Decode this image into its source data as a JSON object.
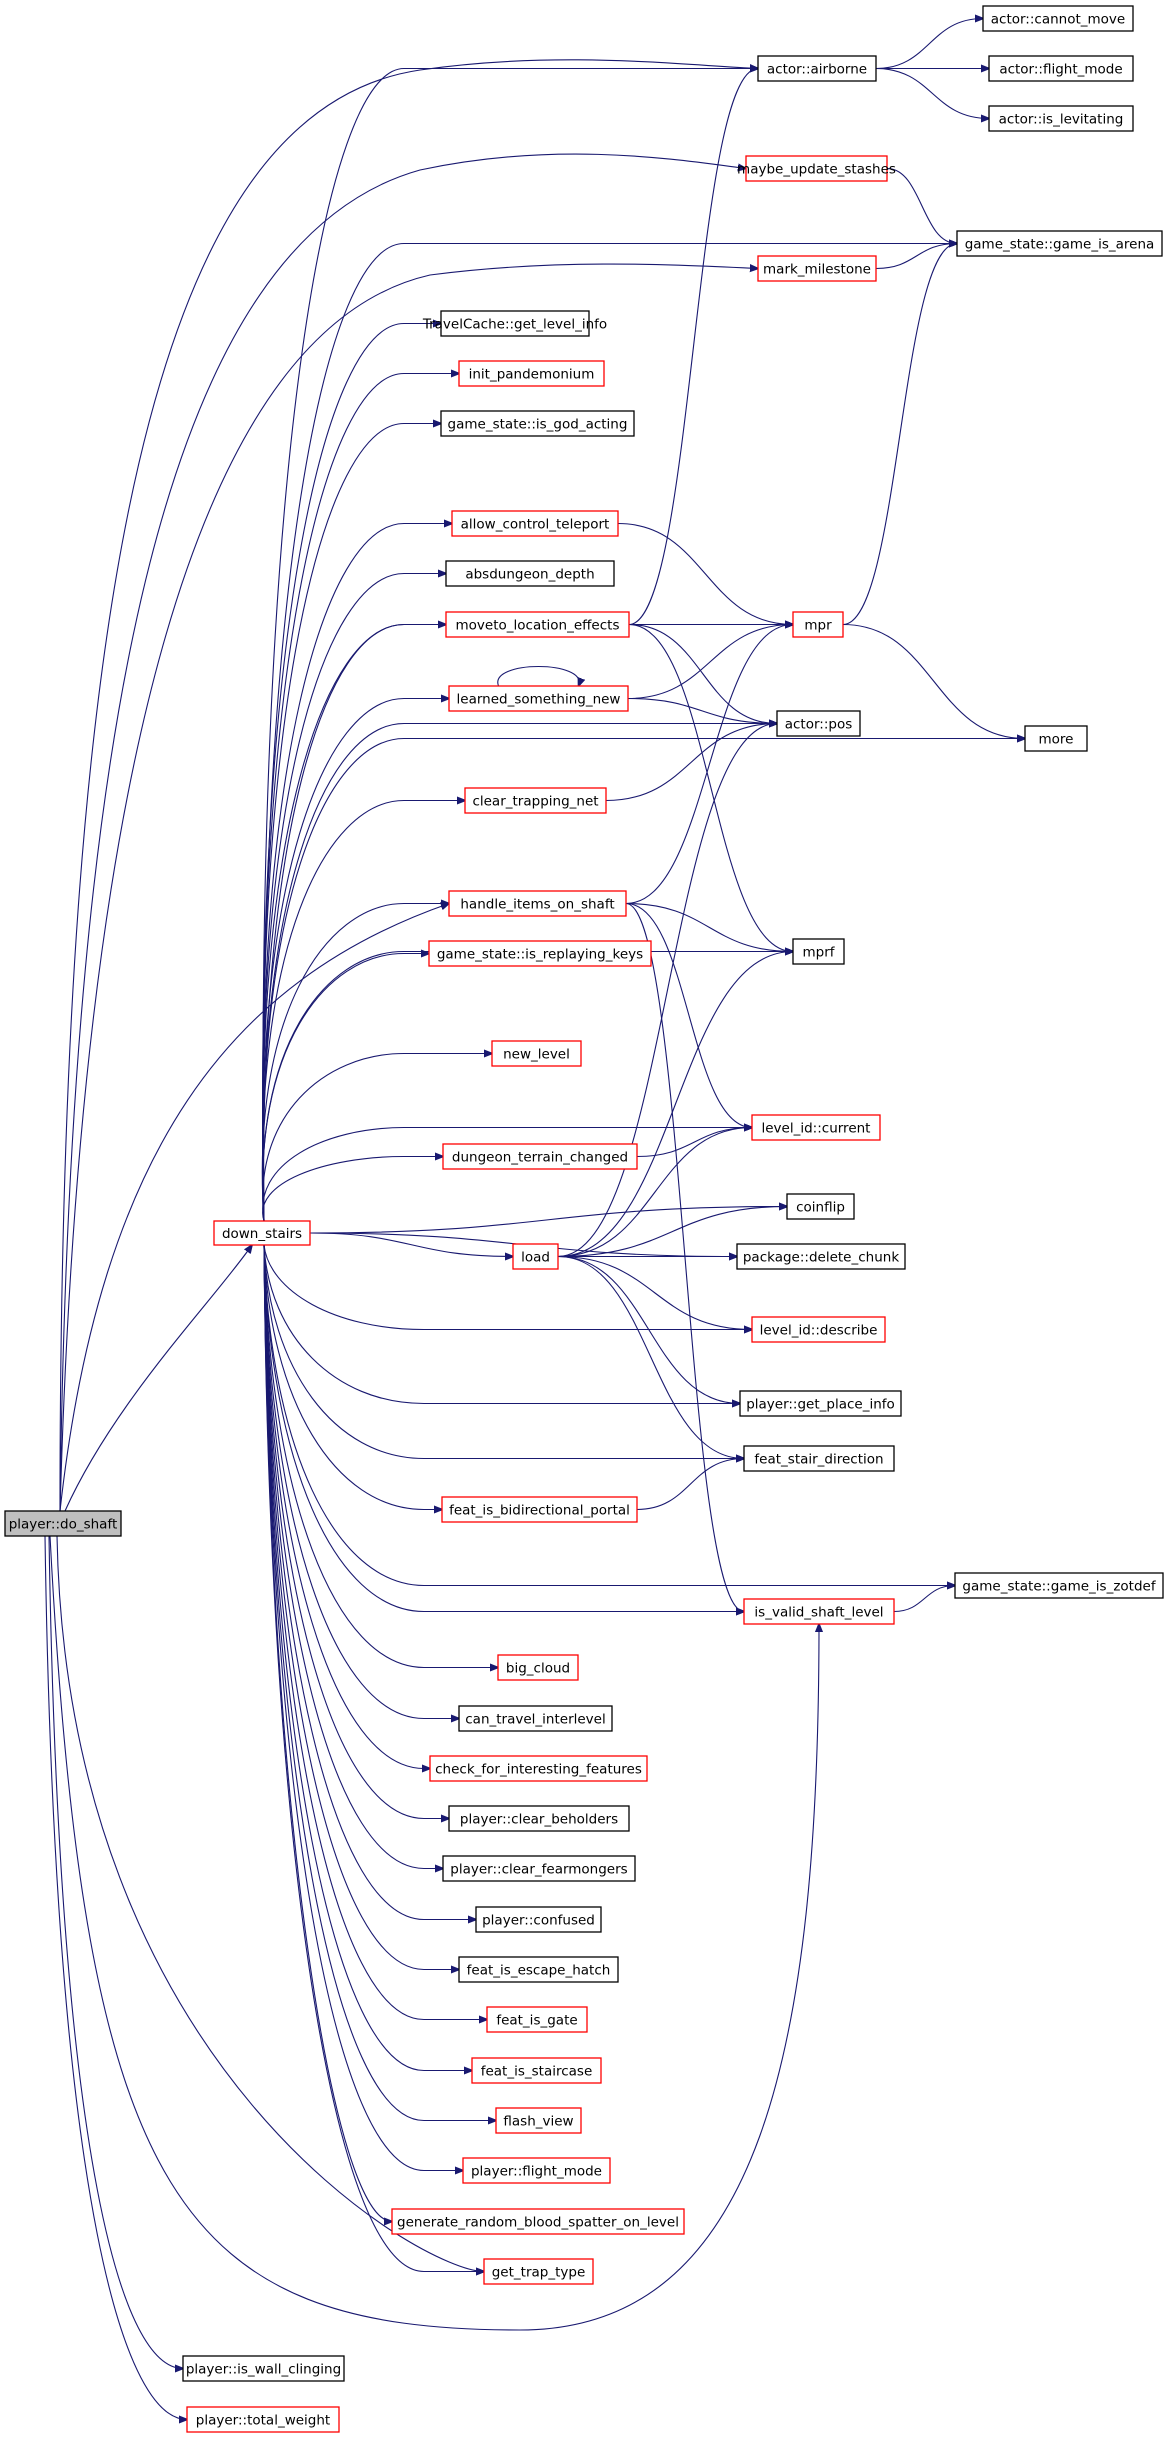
{
  "graph": {
    "colors": {
      "edge": "#191970",
      "plain_border": "#000000",
      "link_border": "#ff0000",
      "root_fill": "#bfbfbf"
    },
    "nodes": [
      {
        "id": "do_shaft",
        "label": "player::do_shaft",
        "style": "root"
      },
      {
        "id": "down_stairs",
        "label": "down_stairs",
        "style": "link"
      },
      {
        "id": "wall_clinging",
        "label": "player::is_wall_clinging",
        "style": "plain"
      },
      {
        "id": "total_weight",
        "label": "player::total_weight",
        "style": "link"
      },
      {
        "id": "cannot_move",
        "label": "actor::cannot_move",
        "style": "plain"
      },
      {
        "id": "airborne",
        "label": "actor::airborne",
        "style": "plain"
      },
      {
        "id": "flight_mode_a",
        "label": "actor::flight_mode",
        "style": "plain"
      },
      {
        "id": "is_levitating",
        "label": "actor::is_levitating",
        "style": "plain"
      },
      {
        "id": "maybe_update_stashes",
        "label": "maybe_update_stashes",
        "style": "link"
      },
      {
        "id": "game_is_arena",
        "label": "game_state::game_is_arena",
        "style": "plain"
      },
      {
        "id": "mark_milestone",
        "label": "mark_milestone",
        "style": "link"
      },
      {
        "id": "get_level_info",
        "label": "TravelCache::get_level_info",
        "style": "plain"
      },
      {
        "id": "init_pandemonium",
        "label": "init_pandemonium",
        "style": "link"
      },
      {
        "id": "is_god_acting",
        "label": "game_state::is_god_acting",
        "style": "plain"
      },
      {
        "id": "allow_control_teleport",
        "label": "allow_control_teleport",
        "style": "link"
      },
      {
        "id": "absdungeon_depth",
        "label": "absdungeon_depth",
        "style": "plain"
      },
      {
        "id": "moveto_location_effects",
        "label": "moveto_location_effects",
        "style": "link"
      },
      {
        "id": "mpr",
        "label": "mpr",
        "style": "link"
      },
      {
        "id": "learned_something_new",
        "label": "learned_something_new",
        "style": "link"
      },
      {
        "id": "actor_pos",
        "label": "actor::pos",
        "style": "plain"
      },
      {
        "id": "more",
        "label": "more",
        "style": "plain"
      },
      {
        "id": "clear_trapping_net",
        "label": "clear_trapping_net",
        "style": "link"
      },
      {
        "id": "handle_items_on_shaft",
        "label": "handle_items_on_shaft",
        "style": "link"
      },
      {
        "id": "mprf",
        "label": "mprf",
        "style": "plain"
      },
      {
        "id": "is_replaying_keys",
        "label": "game_state::is_replaying_keys",
        "style": "link"
      },
      {
        "id": "new_level",
        "label": "new_level",
        "style": "link"
      },
      {
        "id": "level_current",
        "label": "level_id::current",
        "style": "link"
      },
      {
        "id": "dungeon_terrain_changed",
        "label": "dungeon_terrain_changed",
        "style": "link"
      },
      {
        "id": "coinflip",
        "label": "coinflip",
        "style": "plain"
      },
      {
        "id": "load",
        "label": "load",
        "style": "link"
      },
      {
        "id": "delete_chunk",
        "label": "package::delete_chunk",
        "style": "plain"
      },
      {
        "id": "level_describe",
        "label": "level_id::describe",
        "style": "link"
      },
      {
        "id": "get_place_info",
        "label": "player::get_place_info",
        "style": "plain"
      },
      {
        "id": "feat_stair_direction",
        "label": "feat_stair_direction",
        "style": "plain"
      },
      {
        "id": "feat_is_bidirectional_portal",
        "label": "feat_is_bidirectional_portal",
        "style": "link"
      },
      {
        "id": "game_is_zotdef",
        "label": "game_state::game_is_zotdef",
        "style": "plain"
      },
      {
        "id": "is_valid_shaft_level",
        "label": "is_valid_shaft_level",
        "style": "link"
      },
      {
        "id": "big_cloud",
        "label": "big_cloud",
        "style": "link"
      },
      {
        "id": "can_travel_interlevel",
        "label": "can_travel_interlevel",
        "style": "plain"
      },
      {
        "id": "check_for_interesting_features",
        "label": "check_for_interesting_features",
        "style": "link"
      },
      {
        "id": "clear_beholders",
        "label": "player::clear_beholders",
        "style": "plain"
      },
      {
        "id": "clear_fearmongers",
        "label": "player::clear_fearmongers",
        "style": "plain"
      },
      {
        "id": "confused",
        "label": "player::confused",
        "style": "plain"
      },
      {
        "id": "feat_is_escape_hatch",
        "label": "feat_is_escape_hatch",
        "style": "plain"
      },
      {
        "id": "feat_is_gate",
        "label": "feat_is_gate",
        "style": "link"
      },
      {
        "id": "feat_is_staircase",
        "label": "feat_is_staircase",
        "style": "link"
      },
      {
        "id": "flash_view",
        "label": "flash_view",
        "style": "link"
      },
      {
        "id": "player_flight_mode",
        "label": "player::flight_mode",
        "style": "link"
      },
      {
        "id": "blood_spatter",
        "label": "generate_random_blood_spatter_on_level",
        "style": "link"
      },
      {
        "id": "get_trap_type",
        "label": "get_trap_type",
        "style": "link"
      }
    ],
    "edges": [
      [
        "do_shaft",
        "airborne"
      ],
      [
        "do_shaft",
        "maybe_update_stashes"
      ],
      [
        "do_shaft",
        "mark_milestone"
      ],
      [
        "do_shaft",
        "handle_items_on_shaft"
      ],
      [
        "do_shaft",
        "down_stairs"
      ],
      [
        "do_shaft",
        "is_valid_shaft_level"
      ],
      [
        "do_shaft",
        "get_trap_type"
      ],
      [
        "do_shaft",
        "wall_clinging"
      ],
      [
        "do_shaft",
        "total_weight"
      ],
      [
        "airborne",
        "cannot_move"
      ],
      [
        "airborne",
        "flight_mode_a"
      ],
      [
        "airborne",
        "is_levitating"
      ],
      [
        "maybe_update_stashes",
        "game_is_arena"
      ],
      [
        "mark_milestone",
        "game_is_arena"
      ],
      [
        "down_stairs",
        "airborne"
      ],
      [
        "down_stairs",
        "game_is_arena"
      ],
      [
        "down_stairs",
        "get_level_info"
      ],
      [
        "down_stairs",
        "init_pandemonium"
      ],
      [
        "down_stairs",
        "is_god_acting"
      ],
      [
        "down_stairs",
        "mpr"
      ],
      [
        "down_stairs",
        "allow_control_teleport"
      ],
      [
        "down_stairs",
        "absdungeon_depth"
      ],
      [
        "down_stairs",
        "moveto_location_effects"
      ],
      [
        "down_stairs",
        "learned_something_new"
      ],
      [
        "down_stairs",
        "actor_pos"
      ],
      [
        "down_stairs",
        "clear_trapping_net"
      ],
      [
        "down_stairs",
        "more"
      ],
      [
        "down_stairs",
        "handle_items_on_shaft"
      ],
      [
        "down_stairs",
        "is_replaying_keys"
      ],
      [
        "down_stairs",
        "mprf"
      ],
      [
        "down_stairs",
        "new_level"
      ],
      [
        "down_stairs",
        "level_current"
      ],
      [
        "down_stairs",
        "dungeon_terrain_changed"
      ],
      [
        "down_stairs",
        "coinflip"
      ],
      [
        "down_stairs",
        "load"
      ],
      [
        "down_stairs",
        "delete_chunk"
      ],
      [
        "down_stairs",
        "level_describe"
      ],
      [
        "down_stairs",
        "get_place_info"
      ],
      [
        "down_stairs",
        "feat_stair_direction"
      ],
      [
        "down_stairs",
        "feat_is_bidirectional_portal"
      ],
      [
        "down_stairs",
        "game_is_zotdef"
      ],
      [
        "down_stairs",
        "is_valid_shaft_level"
      ],
      [
        "down_stairs",
        "big_cloud"
      ],
      [
        "down_stairs",
        "can_travel_interlevel"
      ],
      [
        "down_stairs",
        "check_for_interesting_features"
      ],
      [
        "down_stairs",
        "clear_beholders"
      ],
      [
        "down_stairs",
        "clear_fearmongers"
      ],
      [
        "down_stairs",
        "confused"
      ],
      [
        "down_stairs",
        "feat_is_escape_hatch"
      ],
      [
        "down_stairs",
        "feat_is_gate"
      ],
      [
        "down_stairs",
        "feat_is_staircase"
      ],
      [
        "down_stairs",
        "flash_view"
      ],
      [
        "down_stairs",
        "player_flight_mode"
      ],
      [
        "down_stairs",
        "blood_spatter"
      ],
      [
        "down_stairs",
        "get_trap_type"
      ],
      [
        "allow_control_teleport",
        "mpr"
      ],
      [
        "moveto_location_effects",
        "airborne"
      ],
      [
        "moveto_location_effects",
        "mpr"
      ],
      [
        "moveto_location_effects",
        "actor_pos"
      ],
      [
        "moveto_location_effects",
        "mprf"
      ],
      [
        "learned_something_new",
        "learned_something_new"
      ],
      [
        "learned_something_new",
        "mpr"
      ],
      [
        "learned_something_new",
        "actor_pos"
      ],
      [
        "mpr",
        "game_is_arena"
      ],
      [
        "mpr",
        "more"
      ],
      [
        "clear_trapping_net",
        "actor_pos"
      ],
      [
        "handle_items_on_shaft",
        "mpr"
      ],
      [
        "handle_items_on_shaft",
        "mprf"
      ],
      [
        "handle_items_on_shaft",
        "level_current"
      ],
      [
        "handle_items_on_shaft",
        "is_valid_shaft_level"
      ],
      [
        "dungeon_terrain_changed",
        "level_current"
      ],
      [
        "load",
        "actor_pos"
      ],
      [
        "load",
        "mprf"
      ],
      [
        "load",
        "level_current"
      ],
      [
        "load",
        "coinflip"
      ],
      [
        "load",
        "delete_chunk"
      ],
      [
        "load",
        "level_describe"
      ],
      [
        "load",
        "get_place_info"
      ],
      [
        "load",
        "feat_stair_direction"
      ],
      [
        "feat_is_bidirectional_portal",
        "feat_stair_direction"
      ],
      [
        "is_valid_shaft_level",
        "game_is_zotdef"
      ]
    ]
  }
}
